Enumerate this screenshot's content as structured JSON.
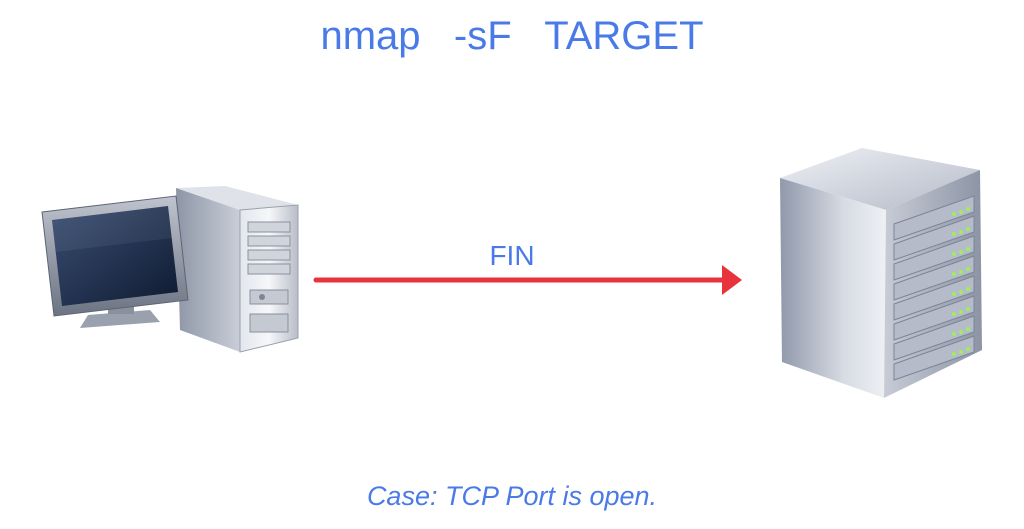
{
  "title": "nmap   -sF   TARGET",
  "arrow_label": "FIN",
  "caption": "Case: TCP Port is open.",
  "colors": {
    "accent_text": "#4a7ae8",
    "arrow": "#e8333c"
  },
  "icons": {
    "source": "desktop-computer-icon",
    "target": "server-icon"
  }
}
